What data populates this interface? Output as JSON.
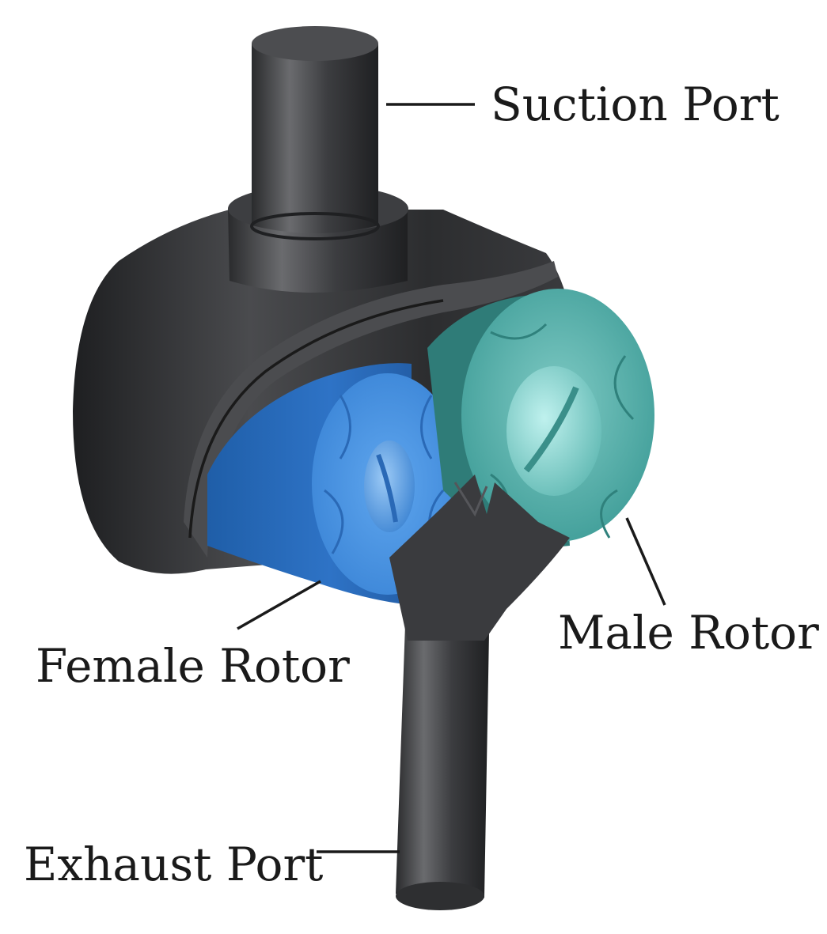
{
  "labels": {
    "suction_port": "Suction Port",
    "male_rotor": "Male Rotor",
    "female_rotor": "Female Rotor",
    "exhaust_port": "Exhaust Port"
  },
  "colors": {
    "housing": "#3a3b3e",
    "female_rotor": "#3d86d8",
    "male_rotor": "#3f9f9b",
    "text": "#1a1a1a",
    "background": "#ffffff"
  }
}
